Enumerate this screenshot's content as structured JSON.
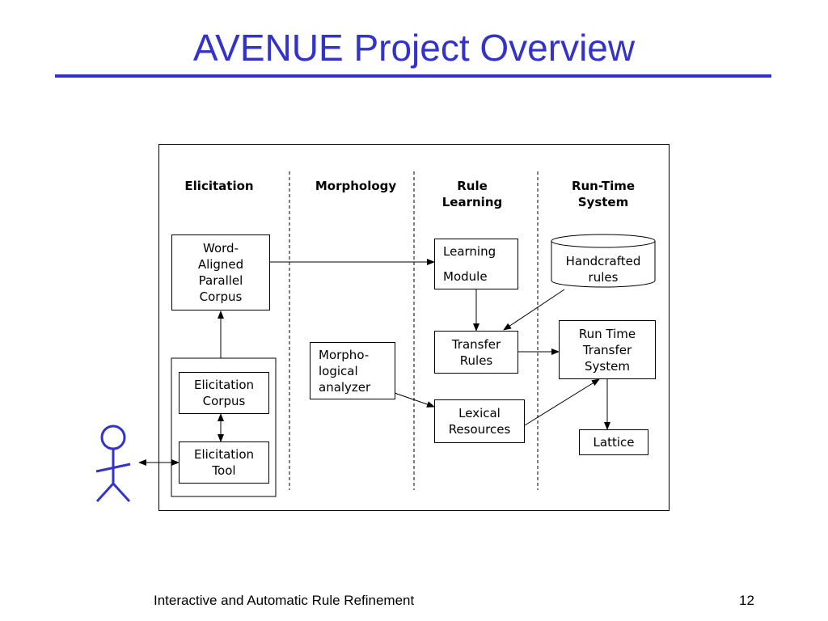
{
  "slide": {
    "title": "AVENUE Project Overview",
    "footer_text": "Interactive and Automatic Rule Refinement",
    "page_number": "12"
  },
  "columns": {
    "elicitation": [
      "Elicitation"
    ],
    "morphology": [
      "Morphology"
    ],
    "rule_learning": [
      "Rule",
      "Learning"
    ],
    "run_time_system": [
      "Run-Time",
      "System"
    ]
  },
  "boxes": {
    "word_aligned_corpus": [
      "Word-",
      "Aligned",
      "Parallel",
      "Corpus"
    ],
    "elicitation_corpus": [
      "Elicitation",
      "Corpus"
    ],
    "elicitation_tool": [
      "Elicitation",
      "Tool"
    ],
    "morphological_analyzer": [
      "Morpho-",
      "logical",
      "analyzer"
    ],
    "learning_module": [
      "Learning",
      "Module"
    ],
    "transfer_rules": [
      "Transfer",
      "Rules"
    ],
    "lexical_resources": [
      "Lexical",
      "Resources"
    ],
    "handcrafted_rules": [
      "Handcrafted",
      "rules"
    ],
    "run_time_transfer_system": [
      "Run Time",
      "Transfer",
      "System"
    ],
    "lattice": [
      "Lattice"
    ]
  },
  "colors": {
    "title": "#3333cc",
    "stick_figure": "#3333cc",
    "line": "#000000"
  }
}
